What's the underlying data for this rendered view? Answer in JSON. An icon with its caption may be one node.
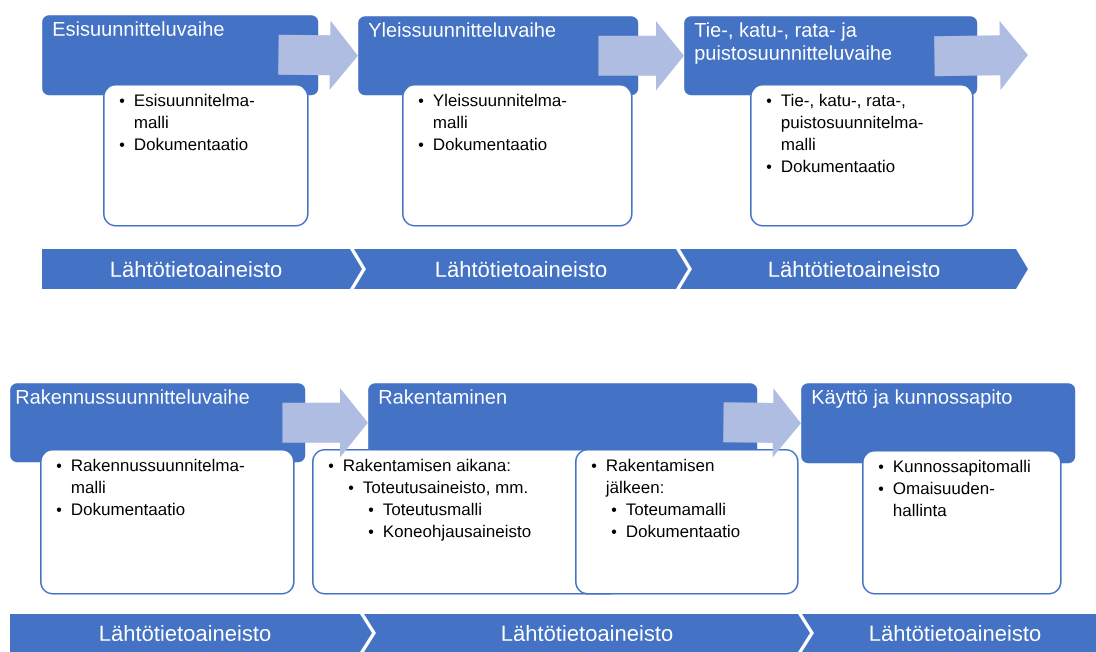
{
  "diagram": {
    "nodes": [
      {
        "text": [
          "Esisuunnitteluvaihe"
        ]
      },
      {
        "text": [
          "Esisuunnitelma-malli",
          "Dokumentaatio"
        ]
      },
      {
        "text": [
          "Yleissuunnitteluvaihe"
        ]
      },
      {
        "text": [
          "Yleissuunnitelma-malli",
          "Dokumentaatio"
        ]
      },
      {
        "text": [
          "Tie-, katu-, rata- ja puistosuunnitteluvaihe"
        ]
      },
      {
        "text": [
          "Tie-, katu-, rata-, puistosuunnitelma-malli",
          "Dokumentaatio"
        ]
      },
      {
        "text": [
          "Lähtötietoaineisto"
        ]
      },
      {
        "text": [
          "Lähtötietoaineisto"
        ]
      },
      {
        "text": [
          "Lähtötietoaineisto"
        ]
      },
      {
        "text": [
          "Rakennussuunnitteluvaihe"
        ]
      },
      {
        "text": [
          "Rakennussuunnitelma-malli",
          "Dokumentaatio"
        ]
      },
      {
        "text": [
          "Rakentaminen"
        ]
      },
      {
        "text": [
          "Rakentamisen aikana:",
          "Toteutusaineisto, mm.",
          "Toteutusmalli",
          "Koneohjausaineisto"
        ]
      },
      {
        "text": [
          "Rakentamisen jälkeen:",
          "Toteumamalli",
          "Dokumentaatio"
        ]
      },
      {
        "text": [
          "Käyttö ja kunnossapito"
        ]
      },
      {
        "text": [
          "Kunnossapitomalli",
          "Omaisuuden-hallinta"
        ]
      },
      {
        "text": [
          "Lähtötietoaineisto"
        ]
      },
      {
        "text": [
          "Lähtötietoaineisto"
        ]
      },
      {
        "text": [
          "Lähtötietoaineisto"
        ]
      }
    ],
    "edges": [
      {
        "from": 0,
        "to": 2,
        "arrow": "to"
      },
      {
        "from": 2,
        "to": 4,
        "arrow": "to"
      },
      {
        "from": 4,
        "to": null,
        "arrow": "to"
      },
      {
        "from": 9,
        "to": 11,
        "arrow": "to"
      },
      {
        "from": 11,
        "to": 14,
        "arrow": "to"
      }
    ]
  }
}
